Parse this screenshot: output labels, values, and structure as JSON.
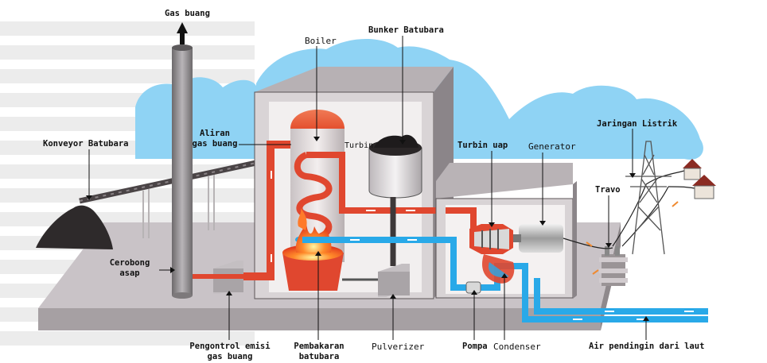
{
  "colors": {
    "sky": "#8fd3f4",
    "base": "#c9c3c7",
    "wall": "#8b8589",
    "steam": "#e0472f",
    "water": "#29a9e8"
  },
  "labels": {
    "gas_buang": "Gas buang",
    "boiler": "Boiler",
    "bunker": "Bunker Batubara",
    "konveyor": "Konveyor Batubara",
    "aliran_1": "Aliran",
    "aliran_2": "gas buang",
    "turbin_small": "Turbin",
    "turbin_uap": "Turbin uap",
    "generator": "Generator",
    "jaringan": "Jaringan Listrik",
    "travo": "Travo",
    "cerobong_1": "Cerobong",
    "cerobong_2": "asap",
    "pengontrol_1": "Pengontrol emisi",
    "pengontrol_2": "gas buang",
    "pembakaran_1": "Pembakaran",
    "pembakaran_2": "batubara",
    "pulverizer": "Pulverizer",
    "pompa": "Pompa",
    "condenser": "Condenser",
    "air_pendingin": "Air pendingin dari laut"
  }
}
